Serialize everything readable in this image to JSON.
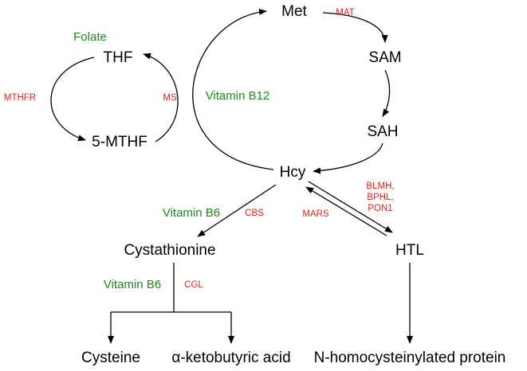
{
  "colors": {
    "nodes": "#000000",
    "vitamins": "#1a8a1a",
    "enzymes": "#e02020",
    "arrows": "#000000"
  },
  "nodes": {
    "met": "Met",
    "sam": "SAM",
    "sah": "SAH",
    "hcy": "Hcy",
    "thf": "THF",
    "mthf": "5-MTHF",
    "cystathionine": "Cystathionine",
    "htl": "HTL",
    "cysteine": "Cysteine",
    "ketobutyric": "α-ketobutyric acid",
    "nhomo": "N-homocysteinylated protein"
  },
  "vitamins": {
    "folate": "Folate",
    "b12": "Vitamin B12",
    "b6_cbs": "Vitamin B6",
    "b6_cgl": "Vitamin B6"
  },
  "enzymes": {
    "mat": "MAT",
    "mthfr": "MTHFR",
    "ms": "MS",
    "cbs": "CBS",
    "cgl": "CGL",
    "mars": "MARS",
    "blmh": "BLMH,",
    "bphl": "BPHL,",
    "pon1": "PON1"
  }
}
